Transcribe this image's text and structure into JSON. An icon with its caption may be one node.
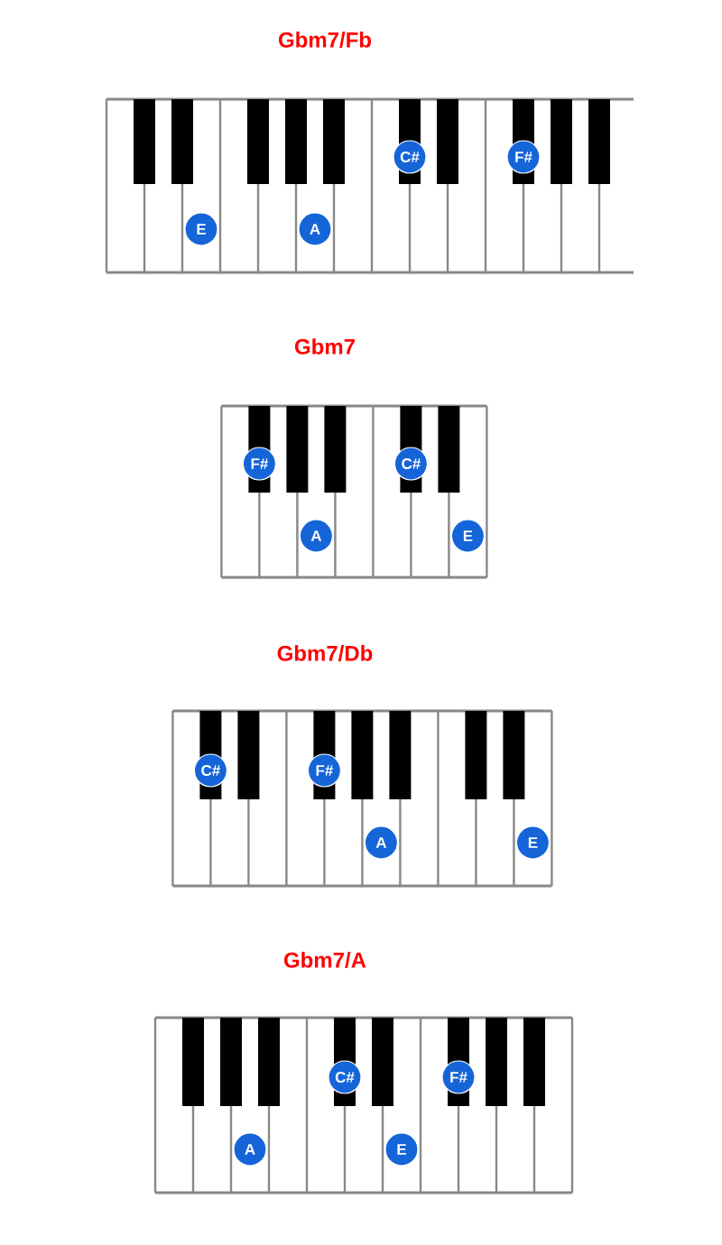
{
  "diagram": {
    "nodes": [
      {
        "text": [
          "Gbm7/Fb"
        ]
      },
      {
        "text": [
          "E"
        ],
        "in": 0
      },
      {
        "text": [
          "A"
        ],
        "in": 0
      },
      {
        "text": [
          "C#"
        ],
        "in": 0
      },
      {
        "text": [
          "F#"
        ],
        "in": 0
      },
      {
        "text": [
          "Gbm7"
        ]
      },
      {
        "text": [
          "F#"
        ],
        "in": 5
      },
      {
        "text": [
          "A"
        ],
        "in": 5
      },
      {
        "text": [
          "C#"
        ],
        "in": 5
      },
      {
        "text": [
          "E"
        ],
        "in": 5
      },
      {
        "text": [
          "Gbm7/Db"
        ]
      },
      {
        "text": [
          "C#"
        ],
        "in": 10
      },
      {
        "text": [
          "F#"
        ],
        "in": 10
      },
      {
        "text": [
          "A"
        ],
        "in": 10
      },
      {
        "text": [
          "E"
        ],
        "in": 10
      },
      {
        "text": [
          "Gbm7/A"
        ]
      },
      {
        "text": [
          "A"
        ],
        "in": 15
      },
      {
        "text": [
          "C#"
        ],
        "in": 15
      },
      {
        "text": [
          "E"
        ],
        "in": 15
      },
      {
        "text": [
          "F#"
        ],
        "in": 15
      }
    ]
  }
}
